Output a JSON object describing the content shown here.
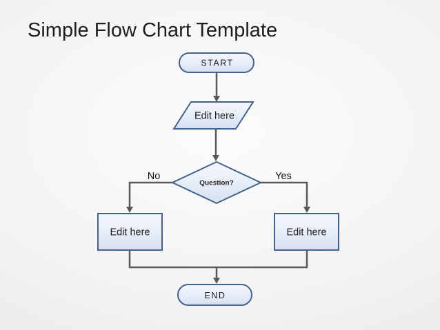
{
  "slide": {
    "title": "Simple Flow Chart Template"
  },
  "flowchart": {
    "nodes": {
      "start": {
        "type": "terminator",
        "label": "START"
      },
      "input": {
        "type": "parallelogram",
        "label": "Edit here"
      },
      "decision": {
        "type": "diamond",
        "label": "Question?"
      },
      "no_branch": {
        "type": "process",
        "label": "Edit here"
      },
      "yes_branch": {
        "type": "process",
        "label": "Edit here"
      },
      "end": {
        "type": "terminator",
        "label": "END"
      }
    },
    "edges": {
      "no_label": "No",
      "yes_label": "Yes"
    },
    "colors": {
      "shape_border": "#44618C",
      "shape_fill_top": "#F4F7FC",
      "shape_fill_bottom": "#D5E0F1",
      "connector": "#595959",
      "title_text": "#1F1F1F",
      "background_center": "#FCFCFC",
      "background_edge": "#E3E3E3"
    }
  }
}
